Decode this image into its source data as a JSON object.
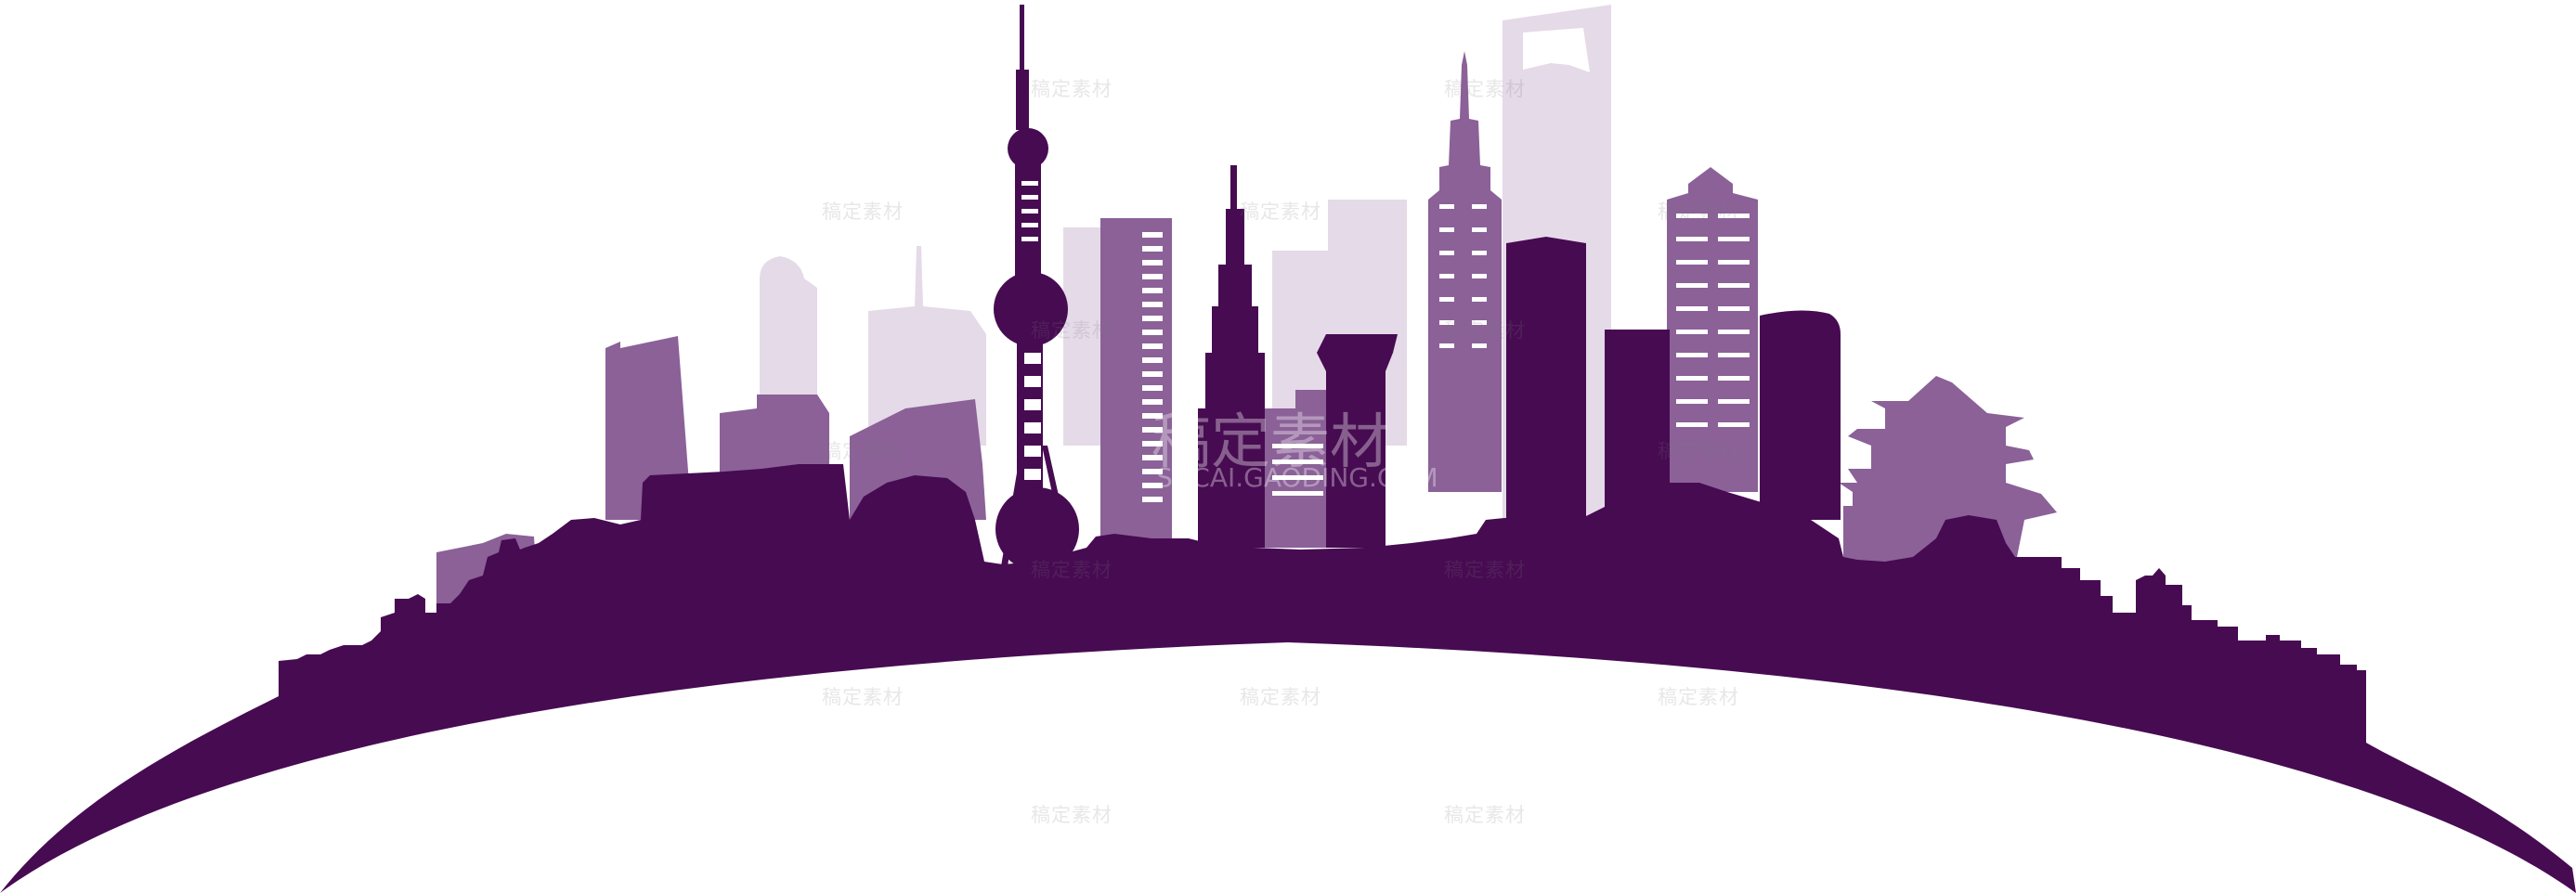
{
  "colors": {
    "dark": "#470b52",
    "mid": "#8b6198",
    "light": "#e5dae8",
    "background": "#ffffff"
  },
  "watermark": {
    "small": "稿定素材",
    "large": "稿定素材",
    "url": "SUCAI.GAODING.COM"
  }
}
